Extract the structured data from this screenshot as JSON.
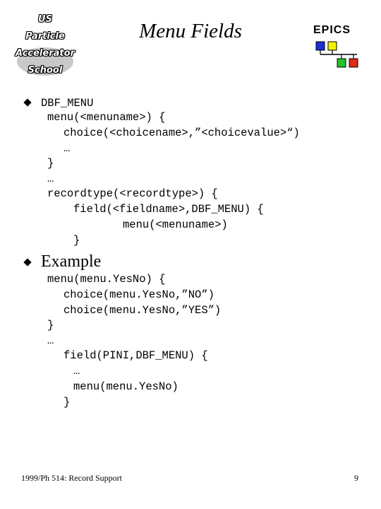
{
  "logo": {
    "lines": [
      "US",
      "Particle",
      "Accelerator",
      "School"
    ]
  },
  "header": {
    "title": "Menu Fields",
    "epics_label": "EPICS"
  },
  "section1": {
    "label": "DBF_MENU",
    "lines": [
      "menu(<menuname>) {",
      "choice(<choicename>,”<choicevalue>“)",
      "…",
      "}",
      "…",
      "recordtype(<recordtype>) {",
      "field(<fieldname>,DBF_MENU) {",
      "menu(<menuname>)",
      "}"
    ]
  },
  "section2": {
    "label": "Example",
    "lines": [
      "menu(menu.YesNo) {",
      "choice(menu.YesNo,”NO”)",
      "choice(menu.YesNo,”YES”)",
      "}",
      "…",
      "field(PINI,DBF_MENU) {",
      "…",
      "menu(menu.YesNo)",
      "}"
    ]
  },
  "footer": {
    "left": "1999/Ph 514: Record Support",
    "page": "9"
  },
  "colors": {
    "epics_blue": "#1a2fd6",
    "epics_yellow": "#f4f000",
    "epics_green": "#22c22a",
    "epics_red": "#e02a1a"
  }
}
